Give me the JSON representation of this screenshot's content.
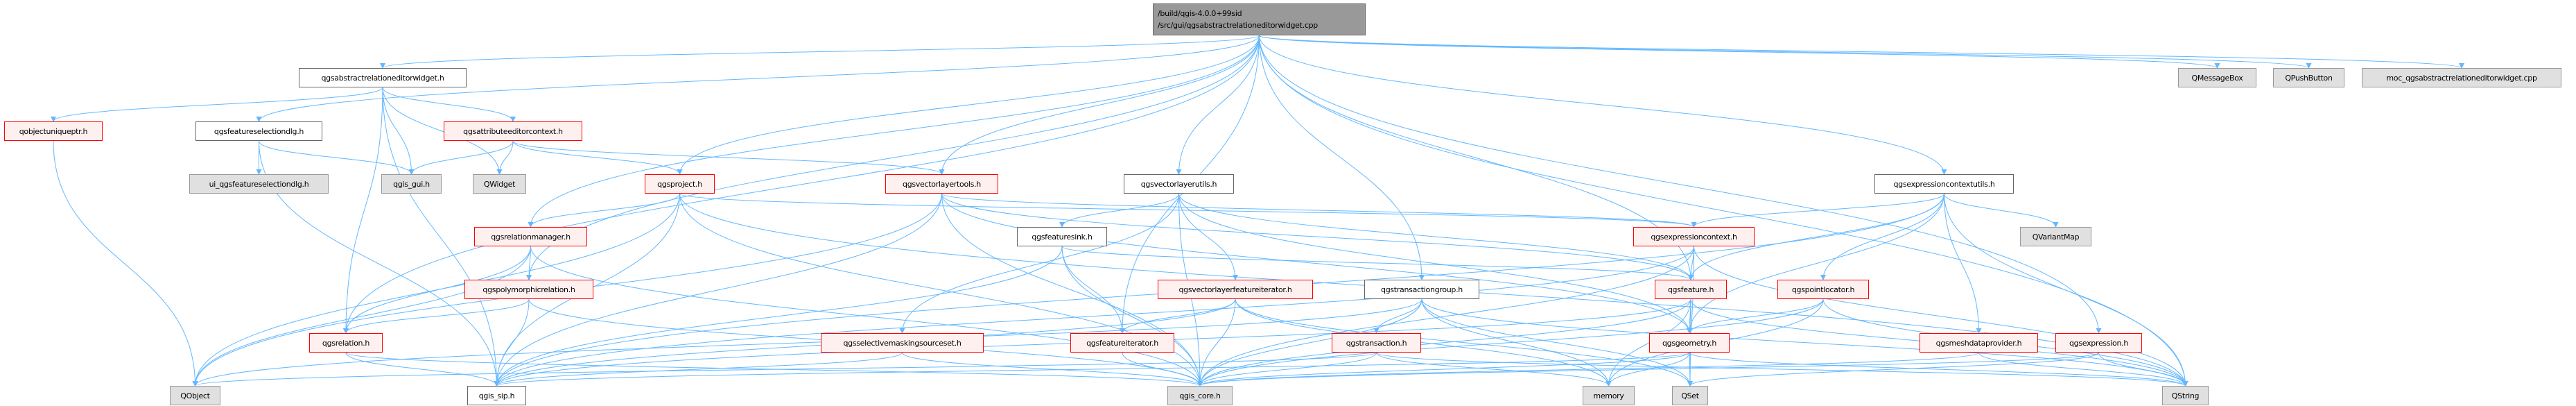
{
  "colors": {
    "edge": "#63b8ff",
    "root_fill": "#999999",
    "red_border": "#ff0000",
    "red_fill": "#fff0f0",
    "gray_fill": "#e0e0e0"
  },
  "nodes": {
    "root": {
      "line1": "/build/qgis-4.0.0+99sid",
      "line2": "/src/gui/qgsabstractrelationeditorwidget.cpp"
    },
    "abs": "qgsabstractrelationeditorwidget.h",
    "qobjectuniqueptr": "qobjectuniqueptr.h",
    "fsd": "qgsfeatureselectiondlg.h",
    "attrctx": "qgsattributeeditorcontext.h",
    "ui_fsd": "ui_qgsfeatureselectiondlg.h",
    "qgis_gui": "qgis_gui.h",
    "qwidget": "QWidget",
    "project": "qgsproject.h",
    "relmgr": "qgsrelationmanager.h",
    "polyrel": "qgspolymorphicrelation.h",
    "relation": "qgsrelation.h",
    "qobject": "QObject",
    "qgis_sip": "qgis_sip.h",
    "selmask": "qgsselectivemaskingsourceset.h",
    "vltools": "qgsvectorlayertools.h",
    "vlutils": "qgsvectorlayerutils.h",
    "featsink": "qgsfeaturesink.h",
    "exprctx": "qgsexpressioncontext.h",
    "vlfeatiter": "qgsvectorlayerfeatureiterator.h",
    "transgroup": "qgstransactiongroup.h",
    "feature": "qgsfeature.h",
    "featiter": "qgsfeatureiterator.h",
    "transaction": "qgstransaction.h",
    "geometry": "qgsgeometry.h",
    "qgis_core": "qgis_core.h",
    "memory": "memory",
    "qset": "QSet",
    "qmessagebox": "QMessageBox",
    "qpushbutton": "QPushButton",
    "moc": "moc_qgsabstractrelationeditorwidget.cpp",
    "exprctxutils": "qgsexpressioncontextutils.h",
    "qvariantmap": "QVariantMap",
    "pointlocator": "qgspointlocator.h",
    "meshdp": "qgsmeshdataprovider.h",
    "expression": "qgsexpression.h",
    "qstring": "QString"
  },
  "edges": [
    [
      "root",
      "abs"
    ],
    [
      "root",
      "fsd"
    ],
    [
      "root",
      "project"
    ],
    [
      "root",
      "relmgr"
    ],
    [
      "root",
      "relation"
    ],
    [
      "root",
      "polyrel"
    ],
    [
      "root",
      "vltools"
    ],
    [
      "root",
      "vlutils"
    ],
    [
      "root",
      "featiter"
    ],
    [
      "root",
      "transgroup"
    ],
    [
      "root",
      "feature"
    ],
    [
      "root",
      "exprctxutils"
    ],
    [
      "root",
      "expression"
    ],
    [
      "root",
      "qstring"
    ],
    [
      "root",
      "qmessagebox"
    ],
    [
      "root",
      "qpushbutton"
    ],
    [
      "root",
      "moc"
    ],
    [
      "abs",
      "qobjectuniqueptr"
    ],
    [
      "abs",
      "attrctx"
    ],
    [
      "abs",
      "qgis_gui"
    ],
    [
      "abs",
      "qwidget"
    ],
    [
      "abs",
      "relation"
    ],
    [
      "abs",
      "qgis_sip"
    ],
    [
      "qobjectuniqueptr",
      "qobject"
    ],
    [
      "fsd",
      "ui_fsd"
    ],
    [
      "fsd",
      "qgis_gui"
    ],
    [
      "fsd",
      "qgis_sip"
    ],
    [
      "attrctx",
      "qgis_gui"
    ],
    [
      "attrctx",
      "qwidget"
    ],
    [
      "attrctx",
      "project"
    ],
    [
      "attrctx",
      "vltools"
    ],
    [
      "project",
      "relmgr"
    ],
    [
      "project",
      "qobject"
    ],
    [
      "project",
      "qgis_sip"
    ],
    [
      "project",
      "qgis_core"
    ],
    [
      "project",
      "exprctx"
    ],
    [
      "project",
      "qstring"
    ],
    [
      "relmgr",
      "polyrel"
    ],
    [
      "relmgr",
      "relation"
    ],
    [
      "relmgr",
      "qgis_core"
    ],
    [
      "relmgr",
      "qobject"
    ],
    [
      "polyrel",
      "relation"
    ],
    [
      "polyrel",
      "qgis_sip"
    ],
    [
      "polyrel",
      "qgis_core"
    ],
    [
      "relation",
      "qgis_sip"
    ],
    [
      "relation",
      "qgis_core"
    ],
    [
      "vltools",
      "qobject"
    ],
    [
      "vltools",
      "qgis_sip"
    ],
    [
      "vltools",
      "qgis_core"
    ],
    [
      "vltools",
      "exprctx"
    ],
    [
      "vltools",
      "geometry"
    ],
    [
      "vltools",
      "feature"
    ],
    [
      "vlutils",
      "featsink"
    ],
    [
      "vlutils",
      "vlfeatiter"
    ],
    [
      "vlutils",
      "selmask"
    ],
    [
      "vlutils",
      "qgis_core"
    ],
    [
      "vlutils",
      "geometry"
    ],
    [
      "vlutils",
      "feature"
    ],
    [
      "featsink",
      "feature"
    ],
    [
      "featsink",
      "featiter"
    ],
    [
      "featsink",
      "qgis_core"
    ],
    [
      "featsink",
      "qgis_sip"
    ],
    [
      "exprctx",
      "feature"
    ],
    [
      "exprctx",
      "qstring"
    ],
    [
      "exprctx",
      "qgis_core"
    ],
    [
      "exprctx",
      "qset"
    ],
    [
      "exprctx",
      "qgis_sip"
    ],
    [
      "vlfeatiter",
      "featiter"
    ],
    [
      "vlfeatiter",
      "qgis_core"
    ],
    [
      "vlfeatiter",
      "qset"
    ],
    [
      "vlfeatiter",
      "memory"
    ],
    [
      "vlfeatiter",
      "qgis_sip"
    ],
    [
      "transgroup",
      "transaction"
    ],
    [
      "transgroup",
      "qobject"
    ],
    [
      "transgroup",
      "qgis_core"
    ],
    [
      "transgroup",
      "memory"
    ],
    [
      "transgroup",
      "qset"
    ],
    [
      "transgroup",
      "qstring"
    ],
    [
      "feature",
      "geometry"
    ],
    [
      "feature",
      "qgis_core"
    ],
    [
      "feature",
      "qset"
    ],
    [
      "feature",
      "qstring"
    ],
    [
      "feature",
      "qgis_sip"
    ],
    [
      "feature",
      "memory"
    ],
    [
      "selmask",
      "qgis_core"
    ],
    [
      "selmask",
      "qgis_sip"
    ],
    [
      "featiter",
      "qgis_core"
    ],
    [
      "transaction",
      "qgis_core"
    ],
    [
      "transaction",
      "qobject"
    ],
    [
      "transaction",
      "qstring"
    ],
    [
      "transaction",
      "memory"
    ],
    [
      "geometry",
      "qgis_core"
    ],
    [
      "geometry",
      "memory"
    ],
    [
      "geometry",
      "qset"
    ],
    [
      "geometry",
      "qstring"
    ],
    [
      "geometry",
      "qgis_sip"
    ],
    [
      "exprctxutils",
      "exprctx"
    ],
    [
      "exprctxutils",
      "feature"
    ],
    [
      "exprctxutils",
      "pointlocator"
    ],
    [
      "exprctxutils",
      "meshdp"
    ],
    [
      "exprctxutils",
      "qvariantmap"
    ],
    [
      "exprctxutils",
      "qstring"
    ],
    [
      "exprctxutils",
      "geometry"
    ],
    [
      "exprctxutils",
      "qgis_sip"
    ],
    [
      "pointlocator",
      "geometry"
    ],
    [
      "pointlocator",
      "qgis_core"
    ],
    [
      "pointlocator",
      "memory"
    ],
    [
      "pointlocator",
      "qstring"
    ],
    [
      "meshdp",
      "qgis_core"
    ],
    [
      "meshdp",
      "qstring"
    ],
    [
      "expression",
      "qstring"
    ],
    [
      "expression",
      "qgis_core"
    ],
    [
      "expression",
      "qset"
    ]
  ]
}
